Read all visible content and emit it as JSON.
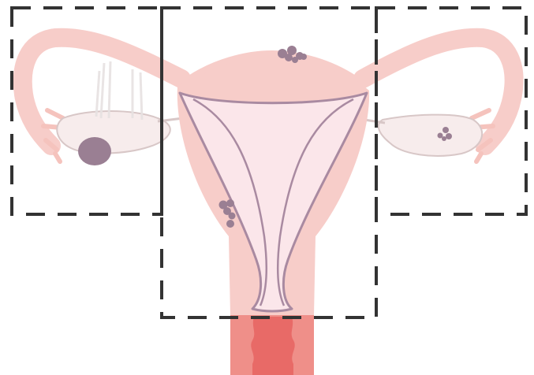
{
  "diagram": {
    "subject": "uterus-anatomy-illustration",
    "regions": [
      {
        "id": "left-ovary-region"
      },
      {
        "id": "uterus-cervix-region"
      },
      {
        "id": "right-ovary-region"
      }
    ],
    "colors": {
      "tissue": "#f7cdc9",
      "tissue_dark": "#f2b9b3",
      "cavity": "#fbe6ea",
      "lining": "#a98aa1",
      "lesion": "#9a7f93",
      "ovary_fill": "#f7ecec",
      "ovary_outline": "#d8c7c7",
      "vagina": "#ef8f89",
      "vagina_inner": "#e86a67",
      "dashed_box": "#333333"
    }
  }
}
